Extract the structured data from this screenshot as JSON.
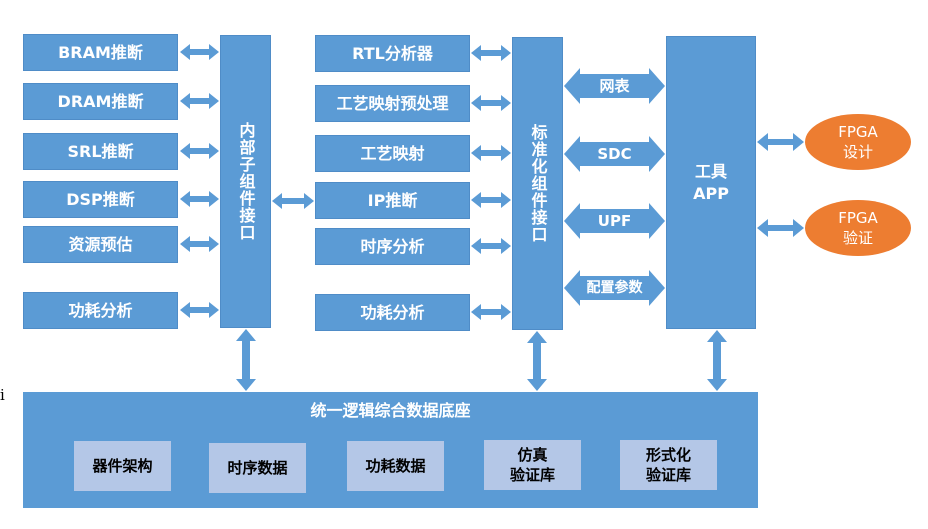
{
  "left_modules": [
    "BRAM推断",
    "DRAM推断",
    "SRL推断",
    "DSP推断",
    "资源预估",
    "功耗分析"
  ],
  "internal_interface": "内部子组件接口",
  "middle_modules": [
    "RTL分析器",
    "工艺映射预处理",
    "工艺映射",
    "IP推断",
    "时序分析",
    "功耗分析"
  ],
  "standard_interface": "标准化组件接口",
  "arrow_labels": [
    "网表",
    "SDC",
    "UPF",
    "配置参数"
  ],
  "tool_app": "工具\nAPP",
  "outputs": [
    {
      "line1": "FPGA",
      "line2": "设计"
    },
    {
      "line1": "FPGA",
      "line2": "验证"
    }
  ],
  "database": {
    "title": "统一逻辑综合数据底座",
    "items": [
      "器件架构",
      "时序数据",
      "功耗数据",
      "仿真\n验证库",
      "形式化\n验证库"
    ]
  },
  "stray_char": "i",
  "colors": {
    "box": "#5b9bd5",
    "inner_box": "#b4c7e7",
    "output_oval": "#ed7d31"
  }
}
